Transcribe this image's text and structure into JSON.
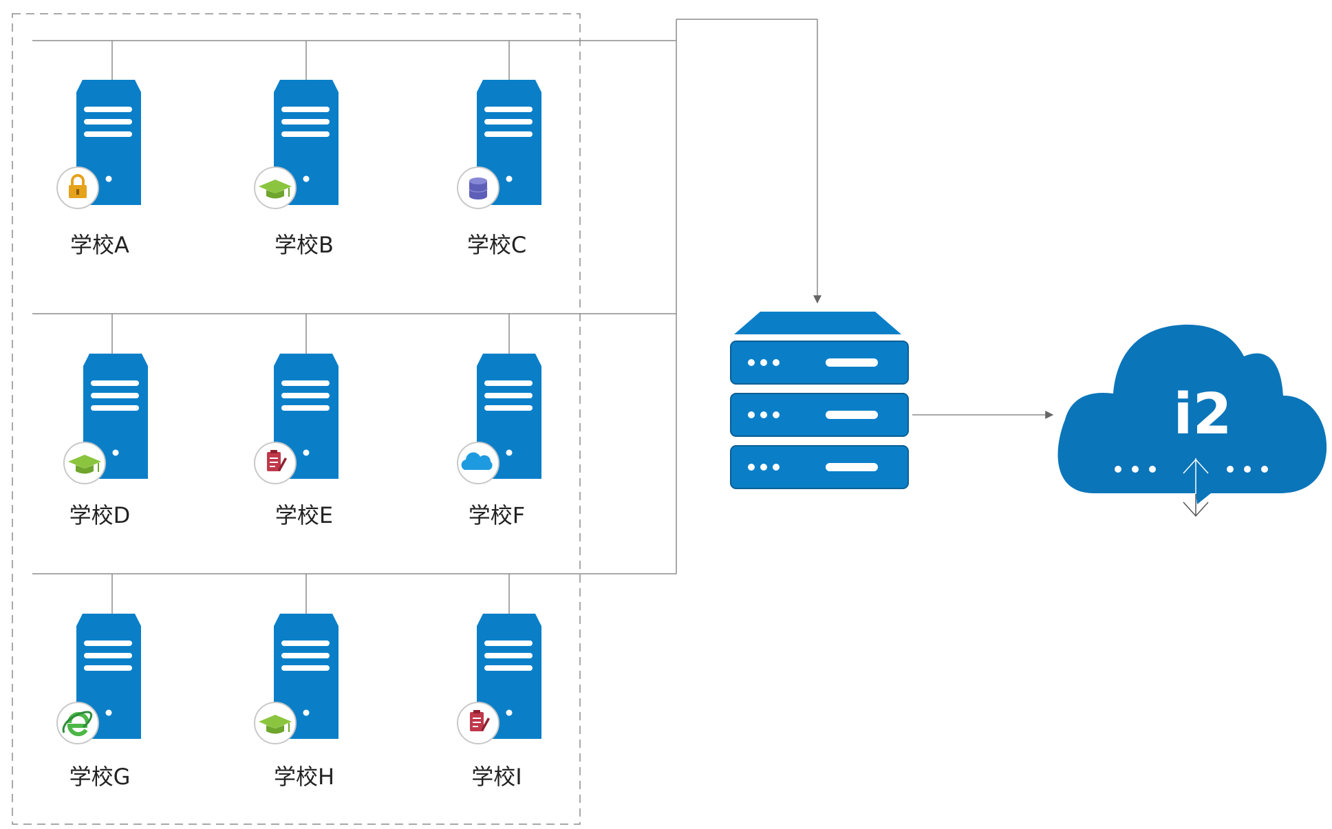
{
  "schools": [
    {
      "label": "学校A",
      "badge": "lock-icon"
    },
    {
      "label": "学校B",
      "badge": "graduation-cap-icon"
    },
    {
      "label": "学校C",
      "badge": "database-icon"
    },
    {
      "label": "学校D",
      "badge": "graduation-cap-icon"
    },
    {
      "label": "学校E",
      "badge": "document-edit-icon"
    },
    {
      "label": "学校F",
      "badge": "cloud-icon"
    },
    {
      "label": "学校G",
      "badge": "internet-explorer-icon"
    },
    {
      "label": "学校H",
      "badge": "graduation-cap-icon"
    },
    {
      "label": "学校I",
      "badge": "document-edit-icon"
    }
  ],
  "cloud": {
    "title": "i2"
  },
  "colors": {
    "server_blue": "#0a7fc8",
    "server_dark": "#0a5e92",
    "cloud_blue": "#0b75b9",
    "line_gray": "#8c8c8c",
    "dashed_border": "#8c8c8c",
    "lock_gold": "#e5a21c",
    "cap_green": "#8bc53f",
    "db_purple": "#5d5fb8",
    "doc_red": "#c0394b",
    "cloud_badge_blue": "#1e9be0",
    "ie_green": "#4cb747"
  }
}
